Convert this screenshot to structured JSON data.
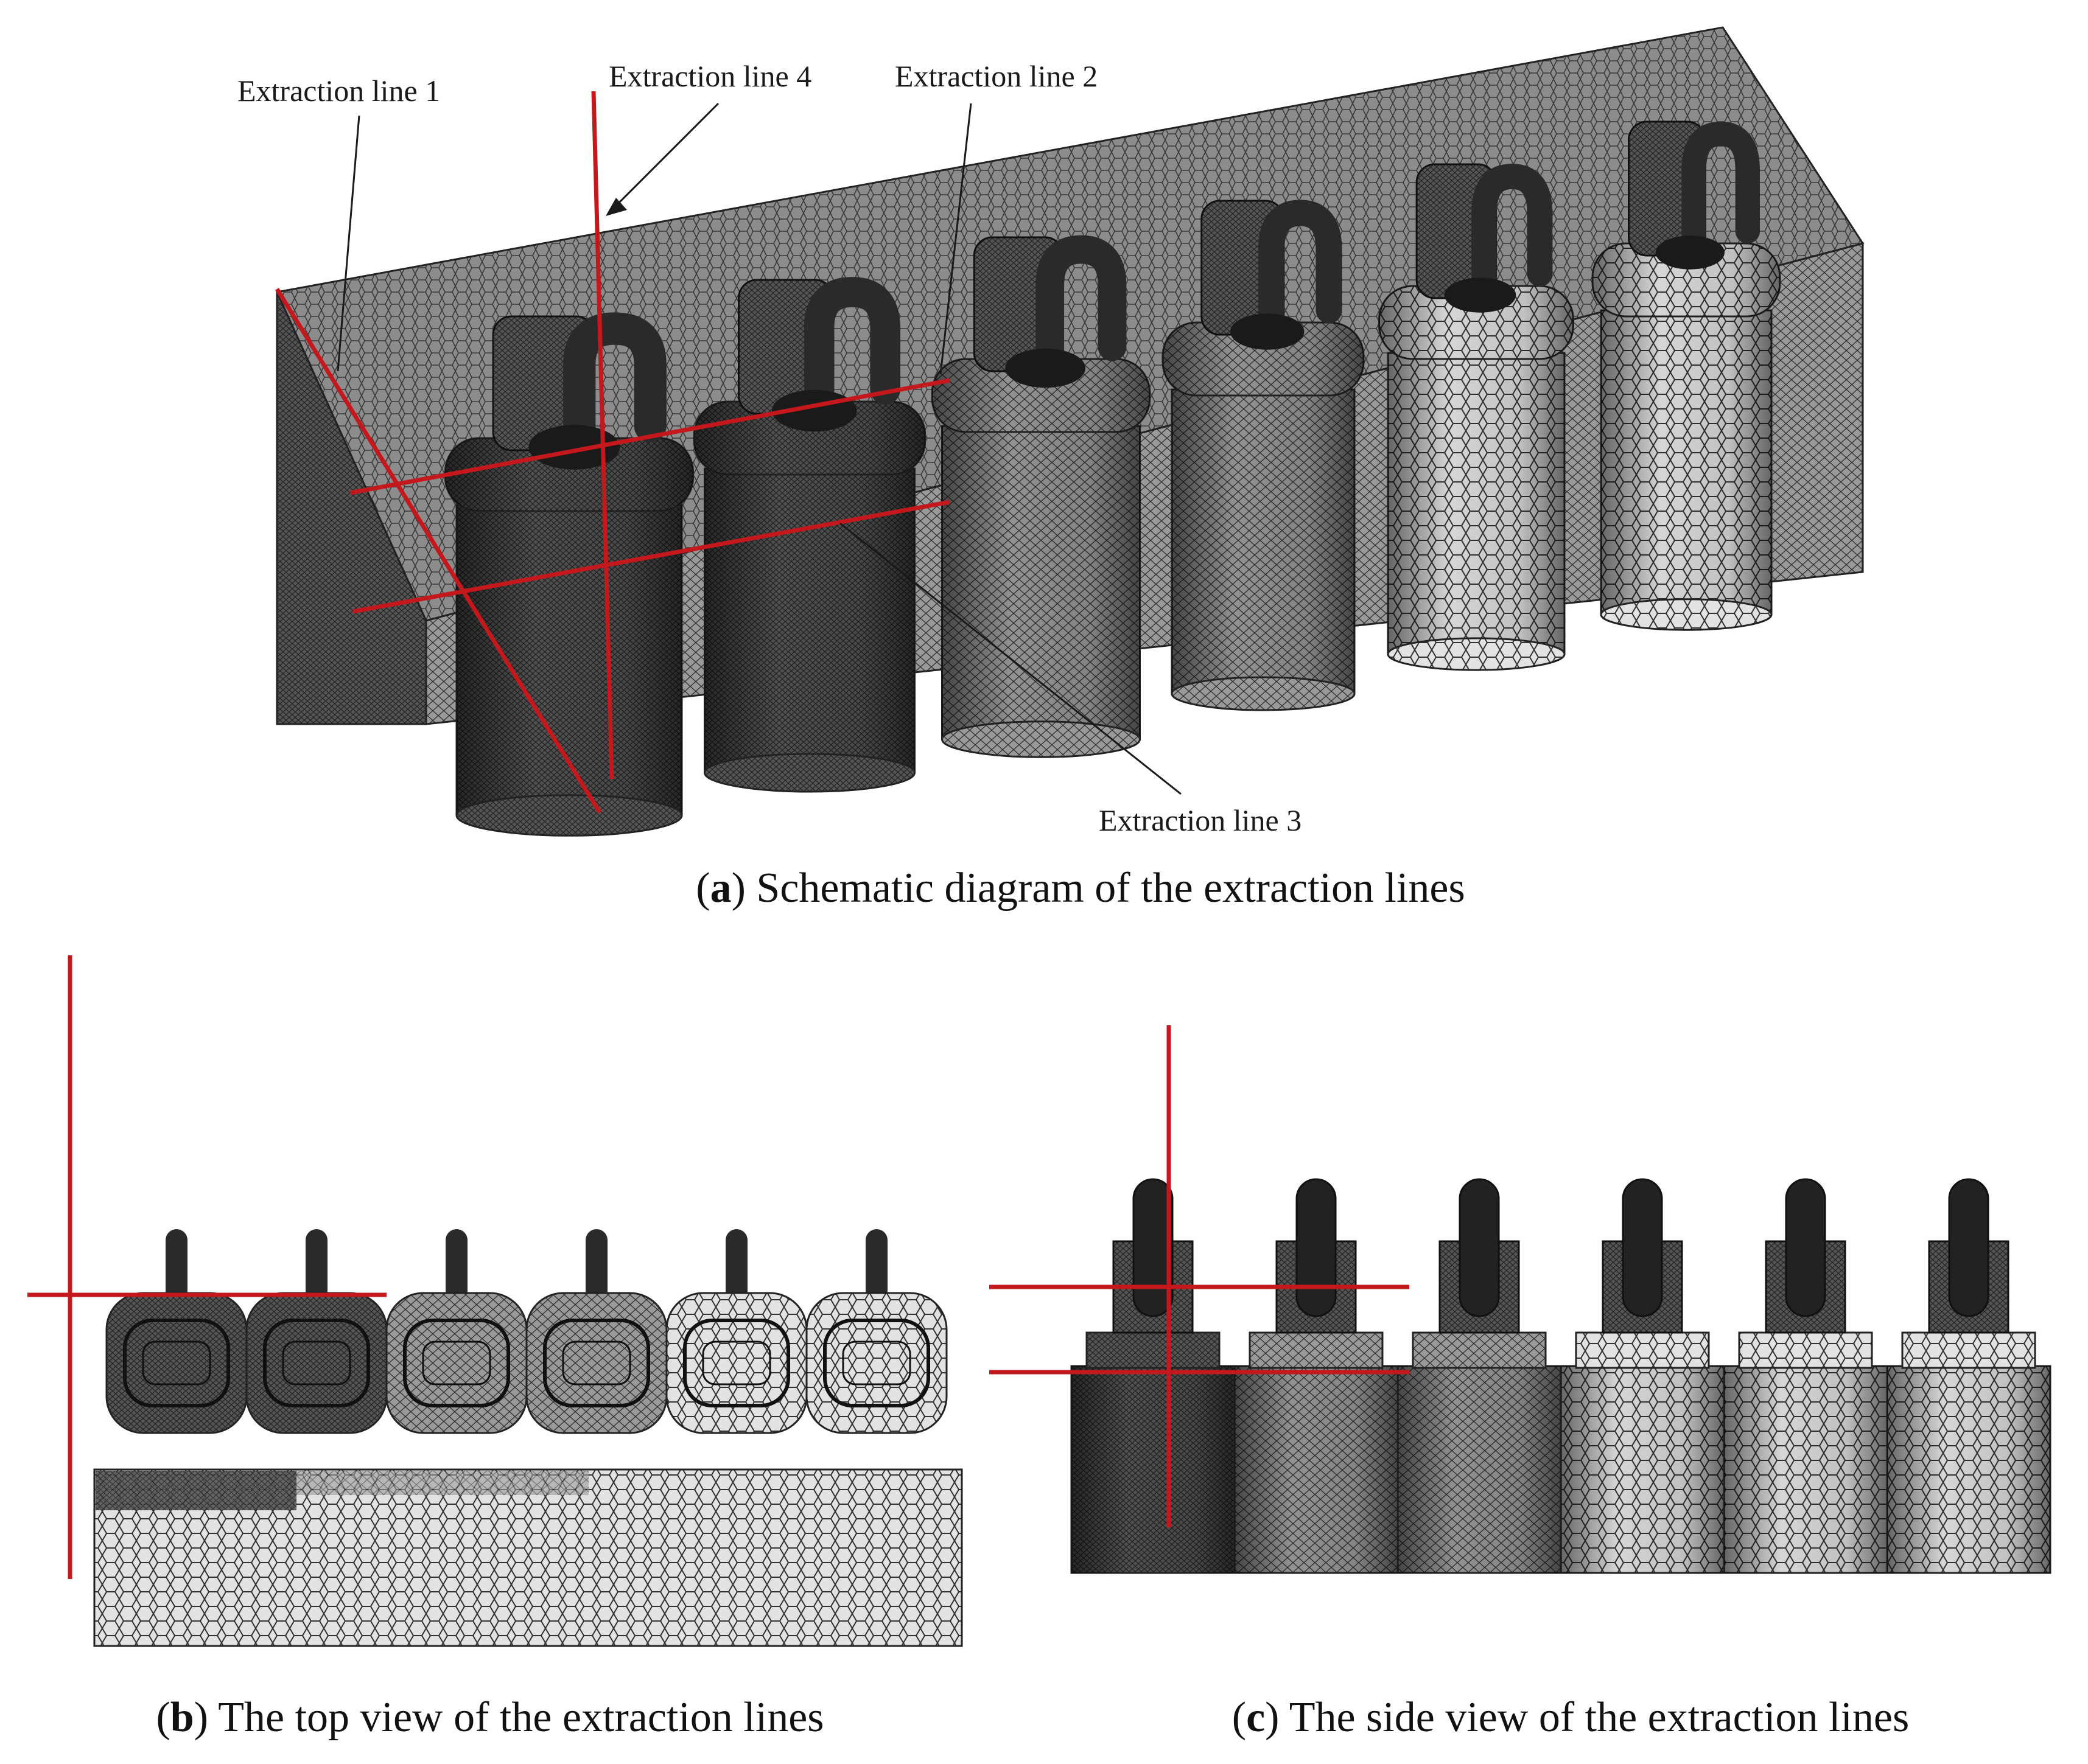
{
  "colors": {
    "extraction_line": "#c4181c",
    "mesh_dark": "#2b2b2b",
    "mesh_mid": "#6e6e6e",
    "mesh_light": "#d4d4d4",
    "leader": "#1a1a1a"
  },
  "panel_a": {
    "labels": {
      "line1": "Extraction line 1",
      "line2": "Extraction line 2",
      "line3": "Extraction line 3",
      "line4": "Extraction line 4"
    },
    "caption_letter": "a",
    "caption_text": "Schematic diagram of the extraction lines"
  },
  "panel_b": {
    "caption_letter": "b",
    "caption_text": "The top view of the extraction lines"
  },
  "panel_c": {
    "caption_letter": "c",
    "caption_text": "The side view of the extraction lines"
  }
}
